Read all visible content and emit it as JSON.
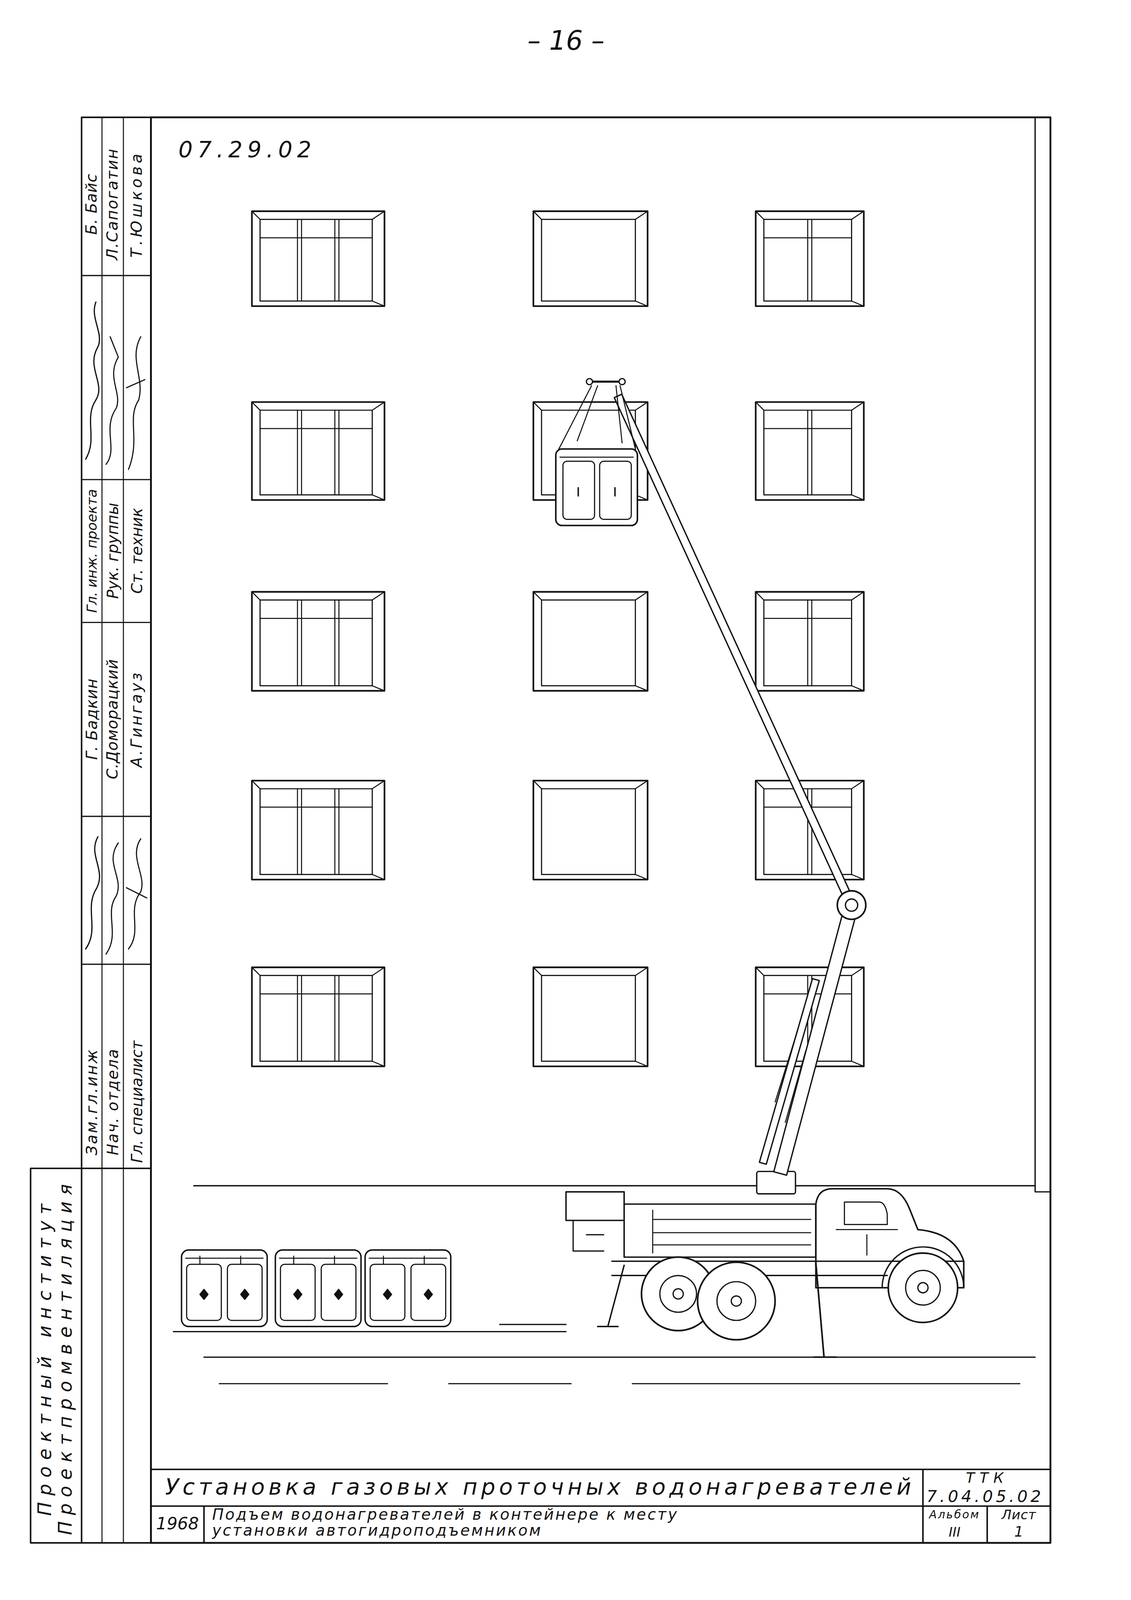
{
  "diagram": {
    "title": "Установка газовых проточных водонагревателей",
    "labels": [
      "– 16 –",
      "07.29.02",
      "ТТК",
      "7.04.05.02",
      "1968",
      "Подъем водонагревателей в контейнере к месту установки автогидроподъемником",
      "Альбом",
      "III",
      "Лист",
      "1",
      "Проектный институт",
      "Проектпромвентиляция",
      "Зам.гл.инж",
      "Нач. отдела",
      "Гл. специалист",
      "Гл. инж. проекта",
      "Рук. группы",
      "Ст. техник",
      "Г. Бадкин",
      "С.Доморацкий",
      "А.Гингауз",
      "Б. Байс",
      "Л.Сапогатин",
      "Т.Юшкова"
    ]
  }
}
